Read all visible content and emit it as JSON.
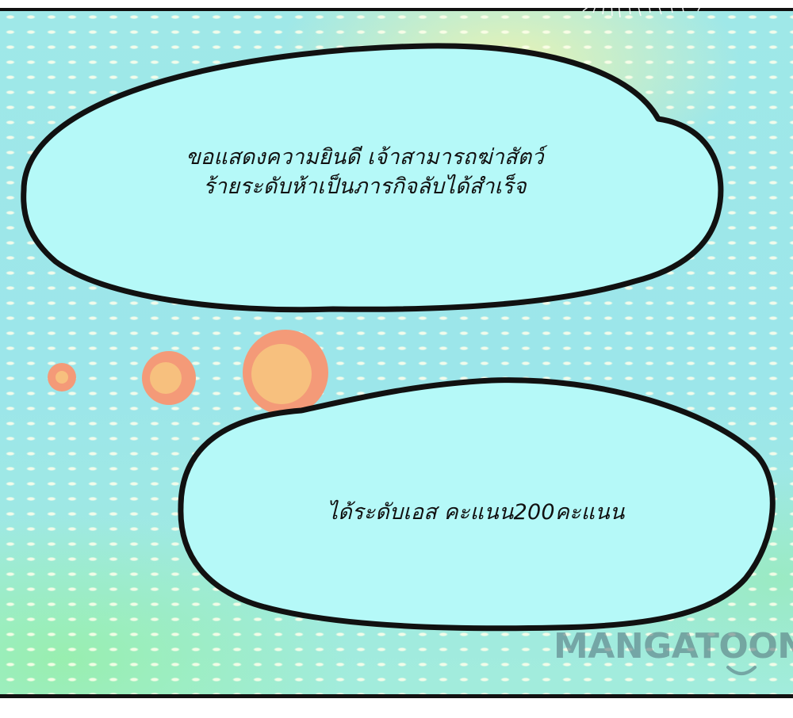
{
  "bubbles": {
    "first": {
      "line1": "ขอแสดงความยินดี เจ้าสามารถฆ่าสัตว์",
      "line2": "ร้ายระดับห้าเป็นภารกิจลับได้สำเร็จ"
    },
    "second": {
      "text": "ได้ระดับเอส คะแนน200คะแนน"
    }
  },
  "watermark": {
    "text": "MANGATOON"
  },
  "colors": {
    "bubble_fill": "#b5f9f8",
    "outline": "#111111",
    "circle_outer": "#f49a78",
    "circle_inner": "#f7c07e"
  }
}
